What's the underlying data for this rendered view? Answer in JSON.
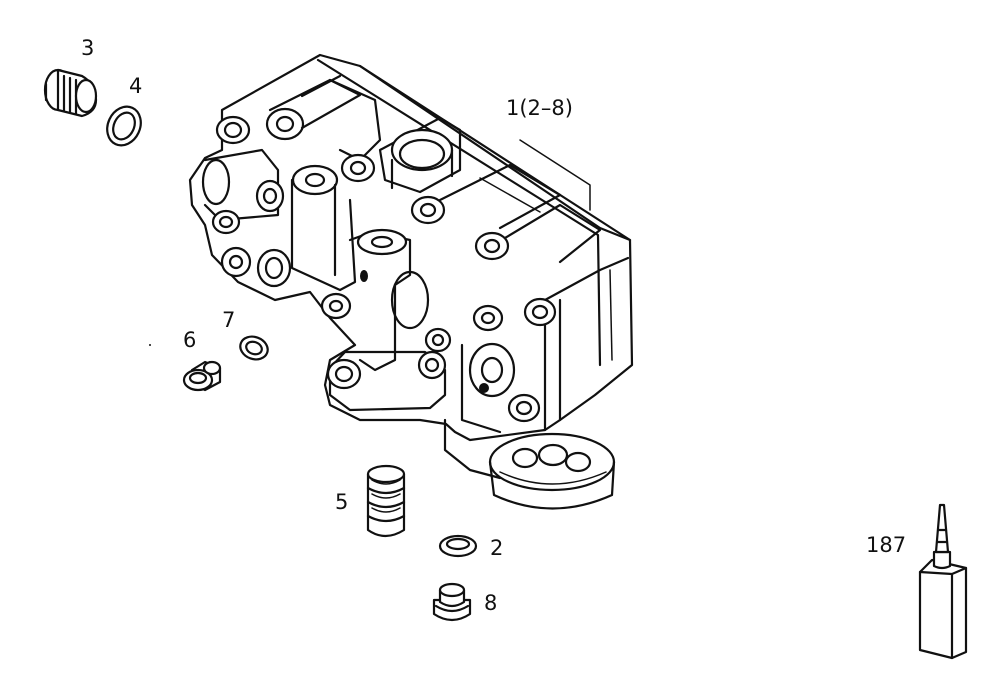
{
  "diagram": {
    "parts": [
      {
        "id": "main-housing",
        "label": "1(2–8)"
      },
      {
        "id": "seal-ring-2",
        "label": "2"
      },
      {
        "id": "plug-3",
        "label": "3"
      },
      {
        "id": "seal-ring-4",
        "label": "4"
      },
      {
        "id": "spring-5",
        "label": "5"
      },
      {
        "id": "plug-6",
        "label": "6"
      },
      {
        "id": "seal-ring-7",
        "label": "7"
      },
      {
        "id": "plug-8",
        "label": "8"
      },
      {
        "id": "sealant-tube",
        "label": "187"
      }
    ]
  }
}
